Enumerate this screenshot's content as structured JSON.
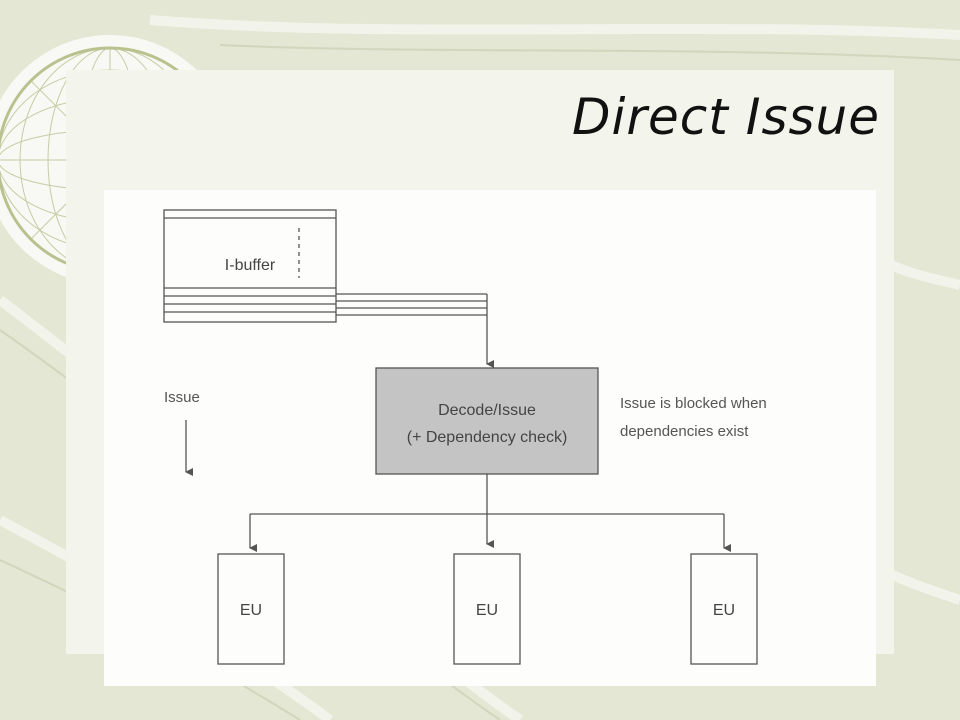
{
  "slide": {
    "title": "Direct Issue"
  },
  "diagram": {
    "ibuffer_label": "I-buffer",
    "issue_label": "Issue",
    "decode_line1": "Decode/Issue",
    "decode_line2": "(+ Dependency check)",
    "note_line1": "Issue is blocked when",
    "note_line2": "dependencies exist",
    "eu_labels": [
      "EU",
      "EU",
      "EU"
    ]
  },
  "colors": {
    "slide_background": "#e3e7d3",
    "decode_box_fill": "#c4c4c4",
    "line_color": "#555555"
  }
}
